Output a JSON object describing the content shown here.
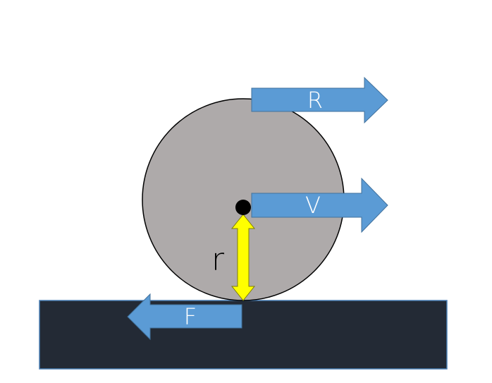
{
  "labels": {
    "r_arrow": "R",
    "v_arrow": "V",
    "f_arrow": "F",
    "radius": "r"
  },
  "colors": {
    "background": "#ffffff",
    "wheel_fill": "#aeaaaa",
    "wheel_stroke": "#000000",
    "ground_fill": "#232a35",
    "ground_stroke": "#4a7fb5",
    "arrow_fill": "#5b9bd5",
    "arrow_stroke": "#41719c",
    "radius_arrow_fill": "#ffff00",
    "radius_arrow_stroke": "#7f7f00",
    "axle_fill": "#000000"
  }
}
